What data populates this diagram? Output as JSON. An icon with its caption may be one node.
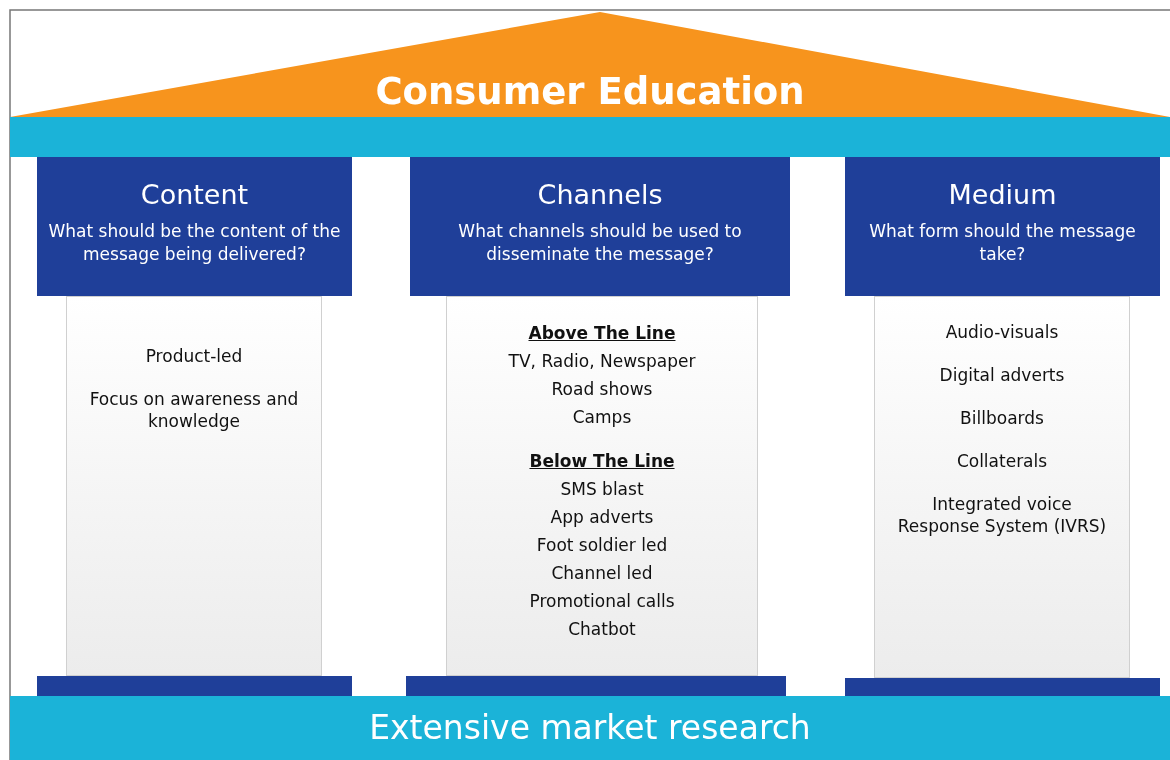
{
  "diagram": {
    "nodes": [
      {
        "text": [
          "Consumer Education"
        ]
      },
      {
        "text": [],
        "shape": "bar"
      },
      {
        "text": [
          "Content",
          "What should be the content of the message being delivered?"
        ]
      },
      {
        "text": [
          "Product-led",
          "Focus on awareness and knowledge"
        ]
      },
      {
        "text": [
          "Channels",
          "What channels should be used to disseminate the message?"
        ]
      },
      {
        "text": [],
        "shape": "box"
      },
      {
        "text": [
          "Above The Line",
          "TV, Radio, Newspaper",
          "Road shows",
          "Camps"
        ],
        "in": 5
      },
      {
        "text": [
          "Below The Line",
          "SMS blast",
          "App adverts",
          "Foot soldier led",
          "Channel led",
          "Promotional calls",
          "Chatbot"
        ],
        "in": 5
      },
      {
        "text": [
          "Medium",
          "What form should the message take?"
        ]
      },
      {
        "text": [
          "Audio-visuals",
          "Digital adverts",
          "Billboards",
          "Collaterals",
          "Integrated voice Response System (IVRS)"
        ]
      },
      {
        "text": [],
        "shape": "bar"
      },
      {
        "text": [],
        "shape": "bar"
      },
      {
        "text": [],
        "shape": "bar"
      },
      {
        "text": [
          "Extensive market research"
        ]
      }
    ],
    "edges": []
  }
}
